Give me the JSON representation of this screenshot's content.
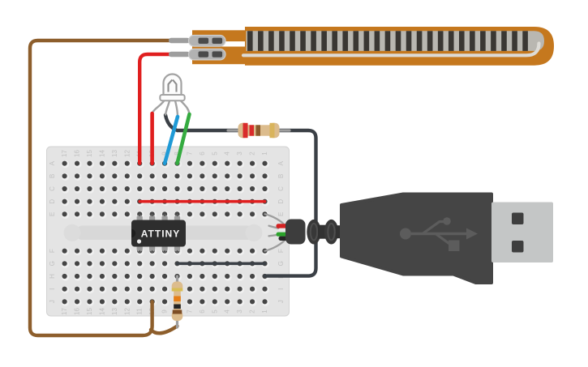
{
  "diagram": {
    "type": "breadboard-circuit",
    "background": "#ffffff"
  },
  "chip": {
    "label": "ATTINY",
    "body_color": "#2e2e2e",
    "pin_color": "#9c9c9c"
  },
  "breadboard": {
    "row_labels": [
      "A",
      "B",
      "C",
      "D",
      "E",
      "F",
      "G",
      "H",
      "I",
      "J"
    ],
    "column_numbers": [
      "1",
      "2",
      "3",
      "4",
      "5",
      "6",
      "7",
      "8",
      "9",
      "10",
      "11",
      "12",
      "13",
      "14",
      "15",
      "16",
      "17"
    ],
    "label_color": "#c1c1c1",
    "board_color": "#e4e4e4",
    "channel_color": "#d8d8d8",
    "hole_color": "#454545",
    "hole_rim_color": "#f0f0f0"
  },
  "components": {
    "flex_sensor": {
      "name": "flex sensor",
      "body_color": "#c5781e",
      "stripe_dark": "#3a3733",
      "stripe_light": "#b9b7b1",
      "bottom_stripe_color": "#dddbd6",
      "terminal_color": "#b2b2b2",
      "stripe_count": 27
    },
    "rgb_led": {
      "name": "RGB LED",
      "bulb_stroke": "#a2a2a2",
      "bulb_fill": "#fcfcfc"
    },
    "resistor_horizontal": {
      "name": "resistor 220 ohm",
      "body_color": "#dcbc8d",
      "bands": [
        "red",
        "red",
        "brown",
        "gold"
      ],
      "band_colors": [
        "#d92b2b",
        "#d92b2b",
        "#8a5a2b",
        "#d9b45c"
      ]
    },
    "resistor_vertical": {
      "name": "resistor 10k ohm",
      "body_color": "#dcbc8d",
      "bands": [
        "gold",
        "orange",
        "black",
        "brown"
      ],
      "band_colors": [
        "#d8bd55",
        "#e67e17",
        "#242424",
        "#7d4d24"
      ]
    },
    "usb_cable": {
      "name": "USB-A cable",
      "body_color": "#454545",
      "metal_color": "#c4c6c6",
      "logo_color": "#5c5c5c",
      "stub_colors": [
        "#d42222",
        "#eaeaea",
        "#2ba32b",
        "#262626"
      ]
    }
  },
  "wires": {
    "red": "#e01f1f",
    "brown": "#8d5e2c",
    "black": "#3b4046",
    "blue": "#1f9ad6",
    "green": "#35ab40",
    "lead_gray": "#9e9e9e"
  }
}
